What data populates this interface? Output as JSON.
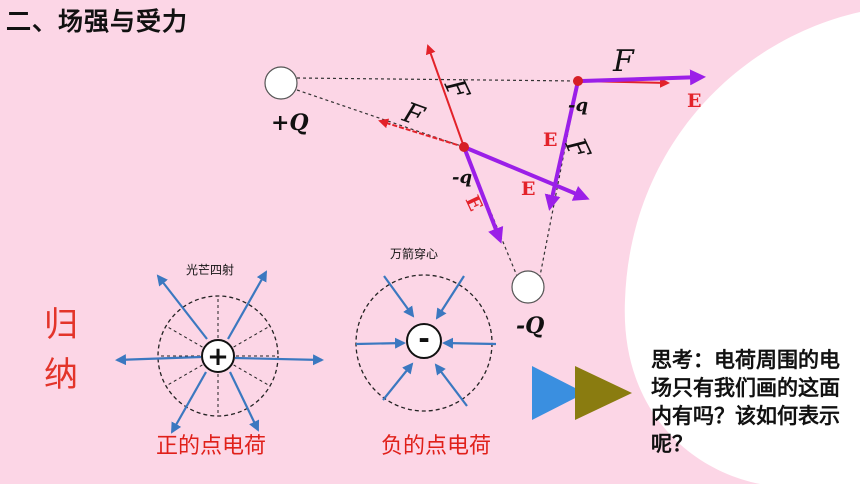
{
  "title": "二、场强与受力",
  "diagram": {
    "charges": {
      "positive": "+Q",
      "negative": "-Q",
      "test_left": "-q",
      "test_right": "-q"
    },
    "labels": {
      "force_top_right": "F",
      "force_mid_right": "F",
      "force_left_italic": "F",
      "force_left_dashed": "F",
      "field_right_top": "E",
      "field_right_mid": "E",
      "field_center": "E",
      "field_left_bottom": "E"
    }
  },
  "summary": {
    "label": "归纳",
    "positive": {
      "caption": "光芒四射",
      "sign": "+",
      "name": "正的点电荷"
    },
    "negative": {
      "caption": "万箭穿心",
      "sign": "-",
      "name": "负的点电荷"
    }
  },
  "thinking": "思考：电荷周围的电场只有我们画的这面内有吗？该如何表示呢？",
  "colors": {
    "background": "#fcd6e6",
    "force_red": "#e3222a",
    "field_purple": "#9b1fe8",
    "radial_blue": "#3b78c0",
    "arrow_blue": "#3a8fe0",
    "arrow_olive": "#8a7c10"
  }
}
